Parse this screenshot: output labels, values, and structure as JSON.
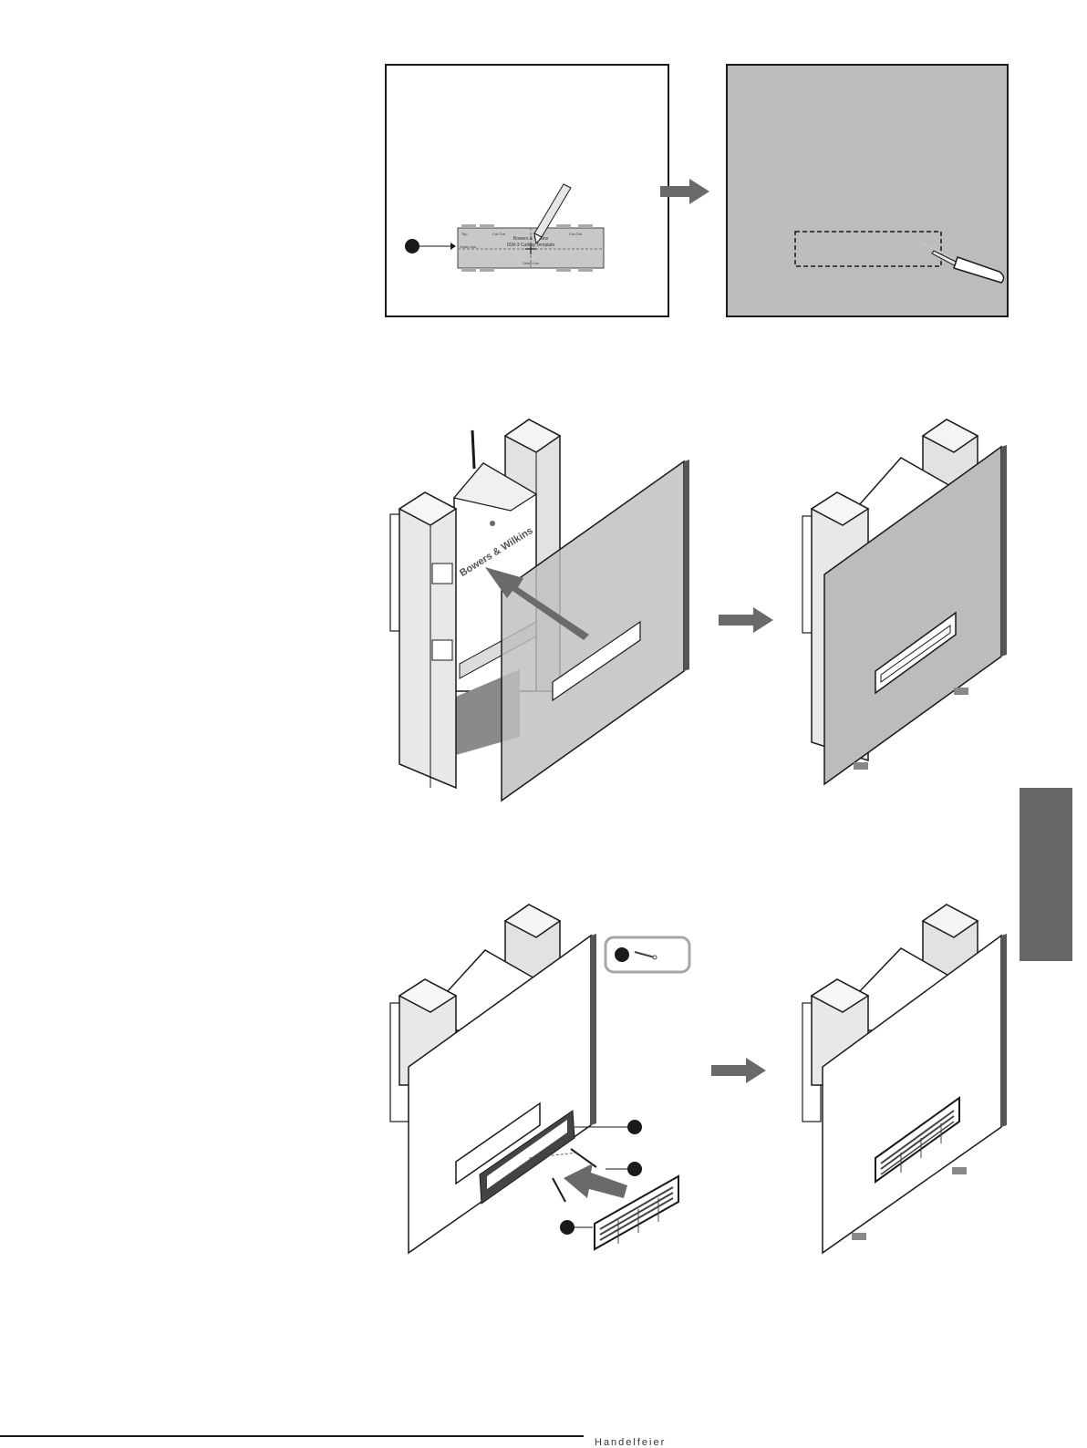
{
  "page": {
    "background": "#ffffff",
    "line_color": "#1a1a1a",
    "panel_gray": "#bcbcbc",
    "wall_gray": "#c9c9c9",
    "arrow_gray": "#6a6a6a",
    "tab_color": "#676767"
  },
  "step1": {
    "callout_icon": "filled-circle-icon",
    "template": {
      "brand": "Bowers & Wilkins",
      "title": "ISW-3 Cutting Template",
      "corner_left": "Top",
      "corner_mid_left": "Cut Out",
      "corner_right": "Cut Out",
      "side_left": "Centre Line",
      "bottom_mid": "Centre Line"
    },
    "tools": [
      "pencil-icon",
      "drywall-saw-icon"
    ]
  },
  "step2": {
    "box_brand": "Bowers & Wilkins",
    "arrow_icon": "push-arrow-icon"
  },
  "step3": {
    "screw_icon": "screw-icon",
    "callouts": [
      "frame",
      "screw",
      "grille"
    ]
  },
  "footer": {
    "text": "Handelfeier"
  }
}
